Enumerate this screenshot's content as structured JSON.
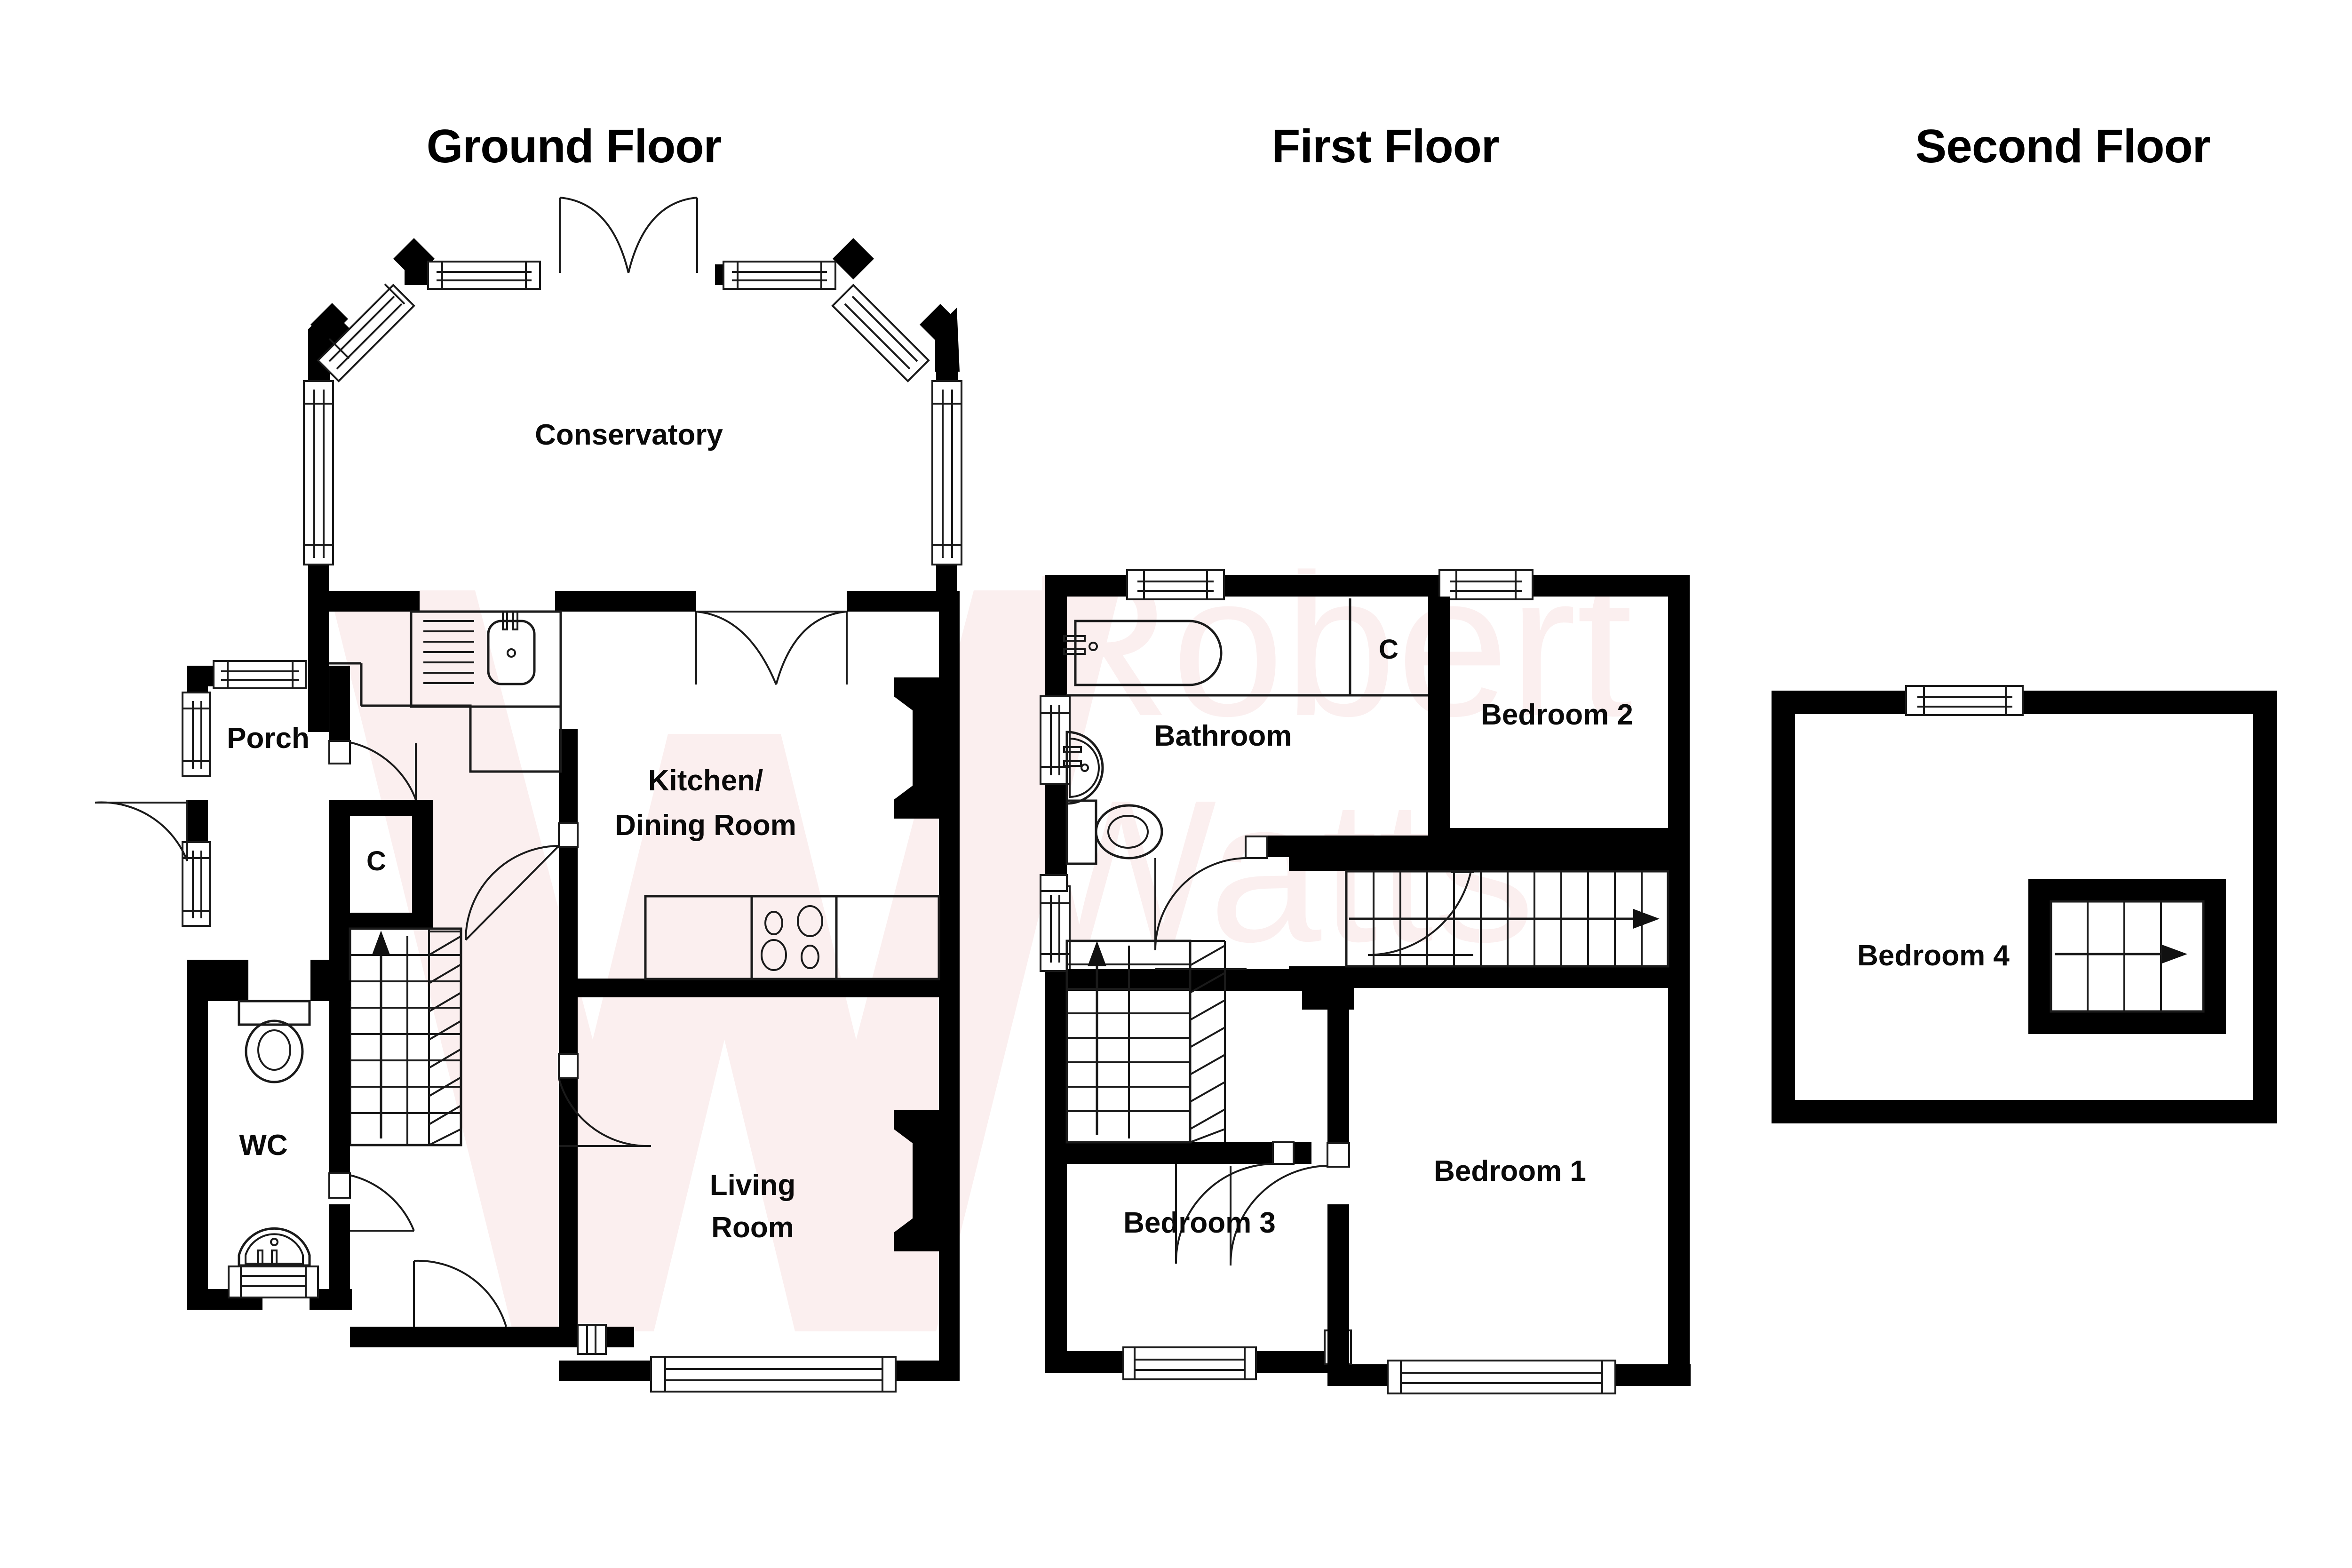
{
  "document": {
    "type": "property-floorplan",
    "watermark": {
      "line1": "Robert",
      "line2": "Watts",
      "color": "#fbefef"
    },
    "colors": {
      "wall": "#000000",
      "line": "#1a1a1a",
      "background": "#ffffff",
      "label": "#0a0a0a",
      "watermark": "#fbefef"
    }
  },
  "floors": [
    {
      "id": "ground",
      "title": "Ground Floor",
      "rooms": [
        {
          "name": "Conservatory",
          "label": "Conservatory",
          "lines": [
            "Conservatory"
          ]
        },
        {
          "name": "Kitchen/Dining Room",
          "label": "Kitchen/ Dining Room",
          "lines": [
            "Kitchen/",
            "Dining Room"
          ]
        },
        {
          "name": "Porch",
          "label": "Porch",
          "lines": [
            "Porch"
          ]
        },
        {
          "name": "Cupboard",
          "label": "C",
          "lines": [
            "C"
          ]
        },
        {
          "name": "WC",
          "label": "WC",
          "lines": [
            "WC"
          ]
        },
        {
          "name": "Living Room",
          "label": "Living Room",
          "lines": [
            "Living",
            "Room"
          ]
        }
      ],
      "fixtures": [
        "kitchen-sink-with-drainer",
        "hob-four-burner",
        "worktop-run",
        "wc-toilet",
        "wc-basin",
        "staircase-up"
      ]
    },
    {
      "id": "first",
      "title": "First Floor",
      "rooms": [
        {
          "name": "Bathroom",
          "label": "Bathroom",
          "lines": [
            "Bathroom"
          ]
        },
        {
          "name": "Cupboard",
          "label": "C",
          "lines": [
            "C"
          ]
        },
        {
          "name": "Bedroom 2",
          "label": "Bedroom 2",
          "lines": [
            "Bedroom 2"
          ]
        },
        {
          "name": "Bedroom 1",
          "label": "Bedroom 1",
          "lines": [
            "Bedroom 1"
          ]
        },
        {
          "name": "Bedroom 3",
          "label": "Bedroom 3",
          "lines": [
            "Bedroom 3"
          ]
        }
      ],
      "fixtures": [
        "bathtub",
        "bathroom-basin",
        "bathroom-toilet",
        "staircase-landing",
        "staircase-up-to-second"
      ]
    },
    {
      "id": "second",
      "title": "Second Floor",
      "rooms": [
        {
          "name": "Bedroom 4",
          "label": "Bedroom 4",
          "lines": [
            "Bedroom 4"
          ]
        }
      ],
      "fixtures": [
        "staircase-arrival"
      ]
    }
  ]
}
